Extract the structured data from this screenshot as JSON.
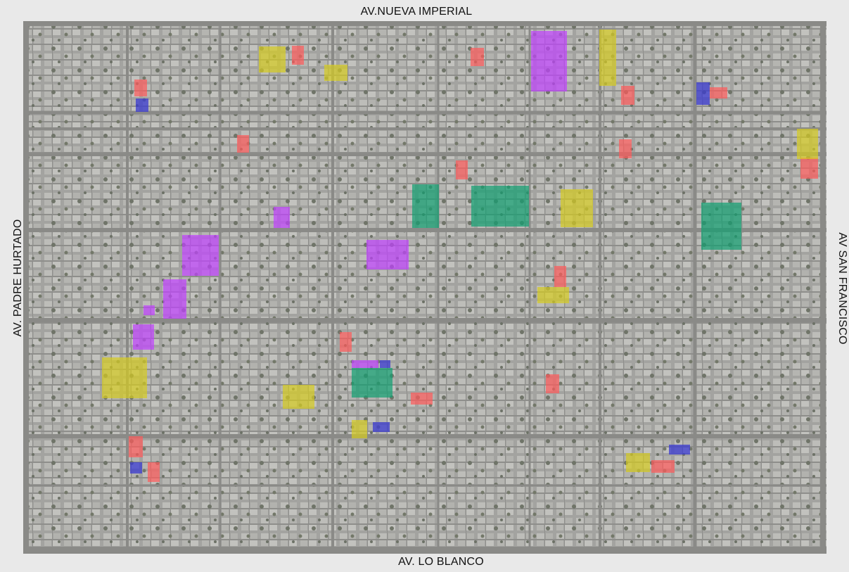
{
  "streets": {
    "north": "AV.NUEVA IMPERIAL",
    "south": "AV. LO BLANCO",
    "west": "AV. PADRE HURTADO",
    "east": "AV SAN FRANCISCO"
  },
  "legend_colors": {
    "red": "#ff5a5a",
    "blue": "#3a3ad0",
    "purple": "#c040ff",
    "yellow": "#d6cc20",
    "green": "#10a070"
  }
}
